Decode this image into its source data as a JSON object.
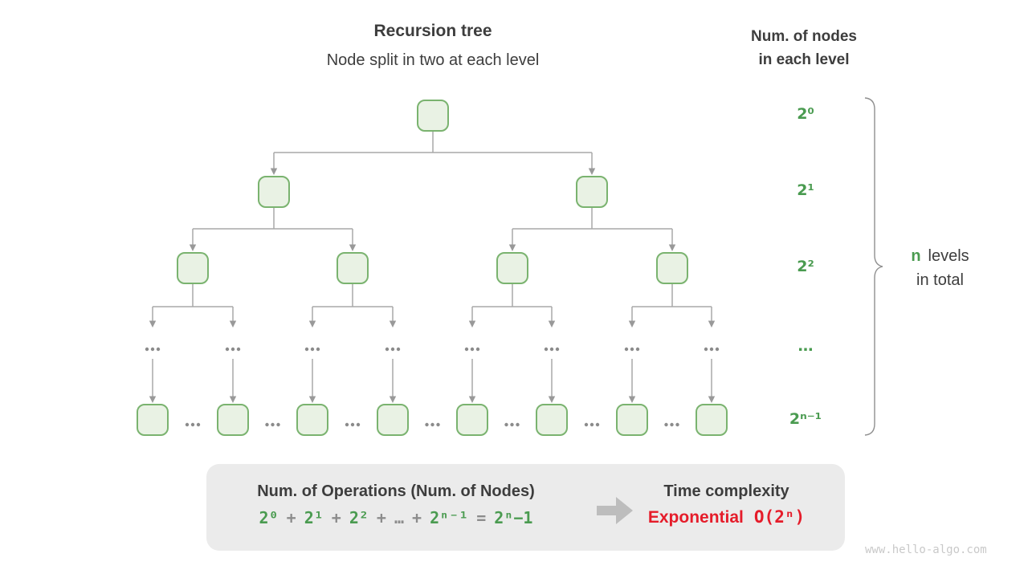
{
  "header": {
    "title": "Recursion tree",
    "subtitle": "Node split in two at each level"
  },
  "right_header": {
    "line1": "Num. of nodes",
    "line2": "in each level"
  },
  "levels": [
    {
      "label": "2⁰"
    },
    {
      "label": "2¹"
    },
    {
      "label": "2²"
    },
    {
      "label": "…"
    },
    {
      "label": "2ⁿ⁻¹"
    }
  ],
  "brace_note": {
    "highlight": "n",
    "line1_rest": "levels",
    "line2": "in total"
  },
  "summary_panel": {
    "operations_title": "Num. of Operations (Num. of Nodes)",
    "equation_tokens": [
      {
        "text": "2⁰",
        "color": "green"
      },
      {
        "text": "+",
        "color": "gray"
      },
      {
        "text": "2¹",
        "color": "green"
      },
      {
        "text": "+",
        "color": "gray"
      },
      {
        "text": "2²",
        "color": "green"
      },
      {
        "text": "+",
        "color": "gray"
      },
      {
        "text": "…",
        "color": "gray"
      },
      {
        "text": "+",
        "color": "gray"
      },
      {
        "text": "2ⁿ⁻¹",
        "color": "green"
      },
      {
        "text": "=",
        "color": "gray"
      },
      {
        "text": "2ⁿ−1",
        "color": "green"
      }
    ],
    "time_title": "Time complexity",
    "complexity_name": "Exponential",
    "complexity_value": "O(2ⁿ)"
  },
  "watermark": "www.hello-algo.com",
  "tree": {
    "branching": 2,
    "rows": [
      {
        "level": 0,
        "node_count": 1,
        "kind": "nodes"
      },
      {
        "level": 1,
        "node_count": 2,
        "kind": "nodes"
      },
      {
        "level": 2,
        "node_count": 4,
        "kind": "nodes"
      },
      {
        "level": 3,
        "node_count": 8,
        "kind": "ellipsis"
      },
      {
        "level": 4,
        "node_count": 8,
        "kind": "nodes-with-gap-dots"
      }
    ]
  },
  "colors": {
    "green_text": "#4a9b50",
    "node_fill": "#e9f2e4",
    "node_border": "#7ab36f",
    "connector": "#a9a9a9",
    "arrowhead": "#999999",
    "dots": "#8b8b8b",
    "dark_text": "#3d3d3d",
    "operator_gray": "#8c8c8c",
    "panel_bg": "#ebebeb",
    "block_arrow": "#bdbdbd",
    "red": "#e51c2a",
    "brace": "#8f8f8f",
    "watermark": "#c9c9c9"
  }
}
